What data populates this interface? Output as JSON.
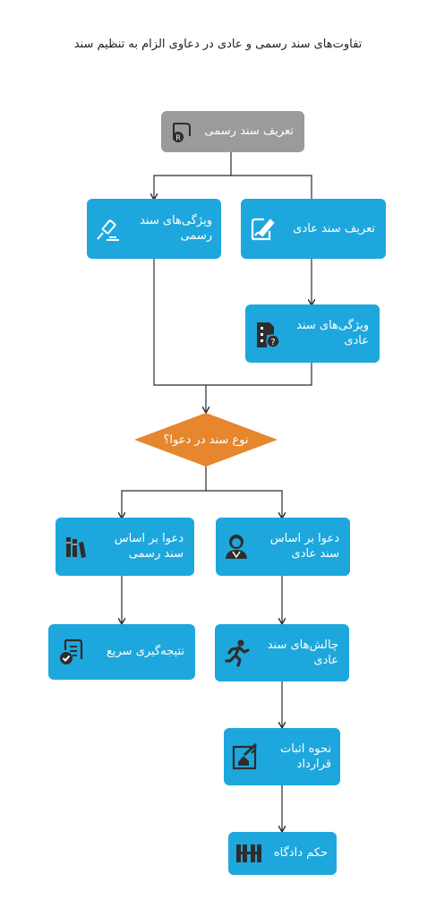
{
  "title": "تفاوت‌های سند رسمی و عادی در دعاوی الزام به تنظیم سند",
  "nodes": {
    "def_official": {
      "label": "تعریف سند رسمی",
      "icon": "registered-document-icon"
    },
    "def_ordinary": {
      "label": "تعریف سند عادی",
      "icon": "signature-pen-icon"
    },
    "feat_official": {
      "label": "ویژگی‌های سند رسمی",
      "icon": "gavel-icon"
    },
    "feat_ordinary": {
      "label": "ویژگی‌های سند عادی",
      "icon": "document-question-icon"
    },
    "doc_type": {
      "label": "نوع سند در دعوا؟"
    },
    "claim_official": {
      "label": "دعوا بر اساس سند رسمی",
      "icon": "law-books-icon"
    },
    "claim_ordinary": {
      "label": "دعوا بر اساس سند عادی",
      "icon": "person-icon"
    },
    "quick_result": {
      "label": "نتیجه‌گیری سریع",
      "icon": "checked-document-icon"
    },
    "challenges": {
      "label": "چالش‌های سند عادی",
      "icon": "running-person-icon"
    },
    "proof": {
      "label": "نحوه اثبات قرارداد",
      "icon": "property-contract-icon"
    },
    "verdict": {
      "label": "حکم دادگاه",
      "icon": "courthouse-icon"
    }
  },
  "colors": {
    "process": "#1ea7dc",
    "start": "#9b9b9b",
    "decision": "#e6862d",
    "edge": "#2b2b2b"
  }
}
